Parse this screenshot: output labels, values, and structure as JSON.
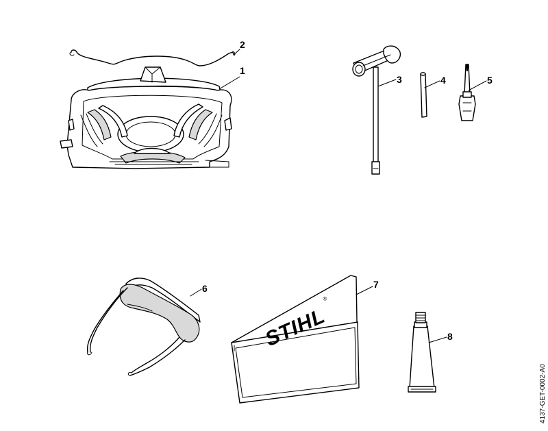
{
  "callouts": {
    "c1": "1",
    "c2": "2",
    "c3": "3",
    "c4": "4",
    "c5": "5",
    "c6": "6",
    "c7": "7",
    "c8": "8"
  },
  "logo_text": "STIHL",
  "document_id": "4137-GET-0002-A0"
}
